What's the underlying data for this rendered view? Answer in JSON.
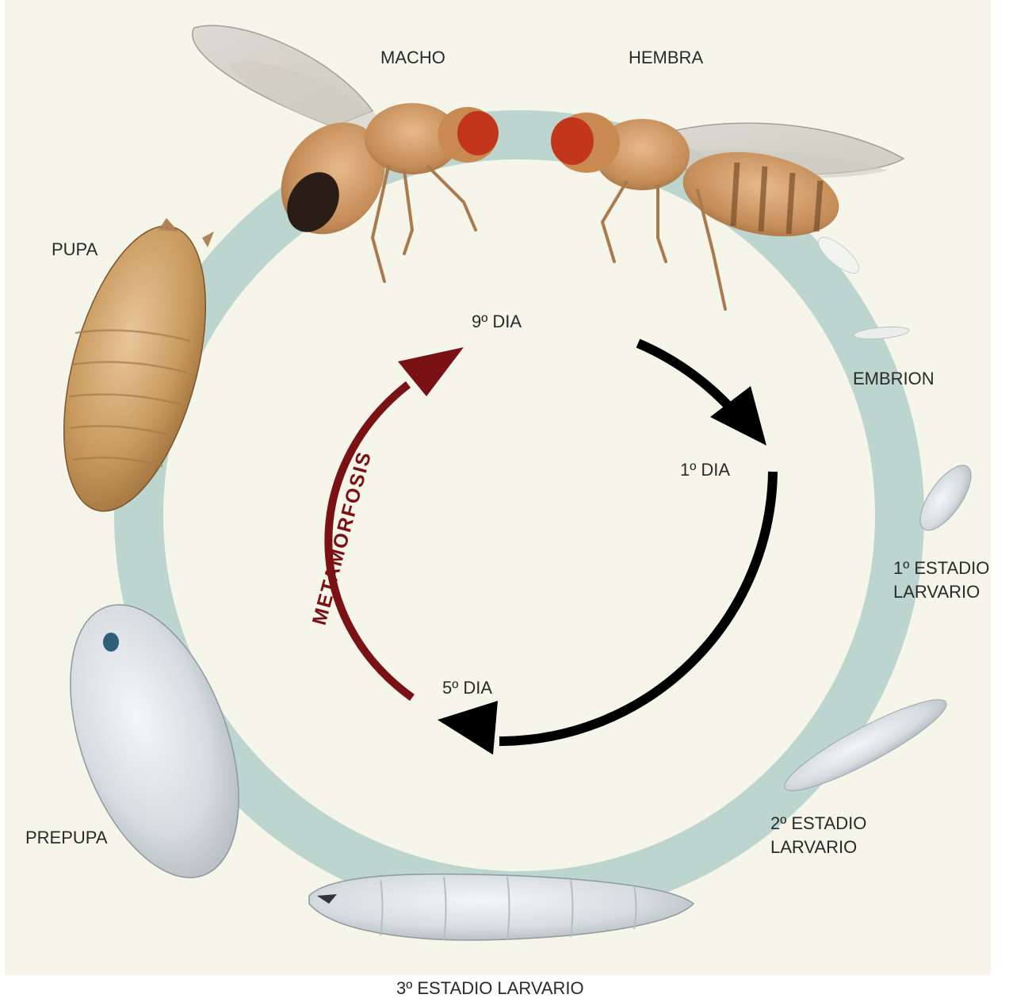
{
  "labels": {
    "macho": "MACHO",
    "hembra": "HEMBRA",
    "pupa": "PUPA",
    "embrion": "EMBRION",
    "estadio1_line1": "1º ESTADIO",
    "estadio1_line2": "LARVARIO",
    "estadio2_line1": "2º ESTADIO",
    "estadio2_line2": "LARVARIO",
    "prepupa": "PREPUPA",
    "estadio3": "3º ESTADIO LARVARIO"
  },
  "cycle": {
    "day9": "9º DIA",
    "day1": "1º DIA",
    "day5": "5º DIA",
    "metamorfosis": "METAMORFOSIS"
  },
  "colors": {
    "background": "#f6f5ea",
    "ring": "#bcd6cf",
    "cycle_arrow": "#000000",
    "metamorfosis_arrow": "#7a1215"
  },
  "icons": [
    "fly-male-icon",
    "fly-female-icon",
    "pupa-icon",
    "embryo-icon",
    "larva-stage1-icon",
    "larva-stage2-icon",
    "larva-stage3-icon",
    "prepupa-icon"
  ]
}
